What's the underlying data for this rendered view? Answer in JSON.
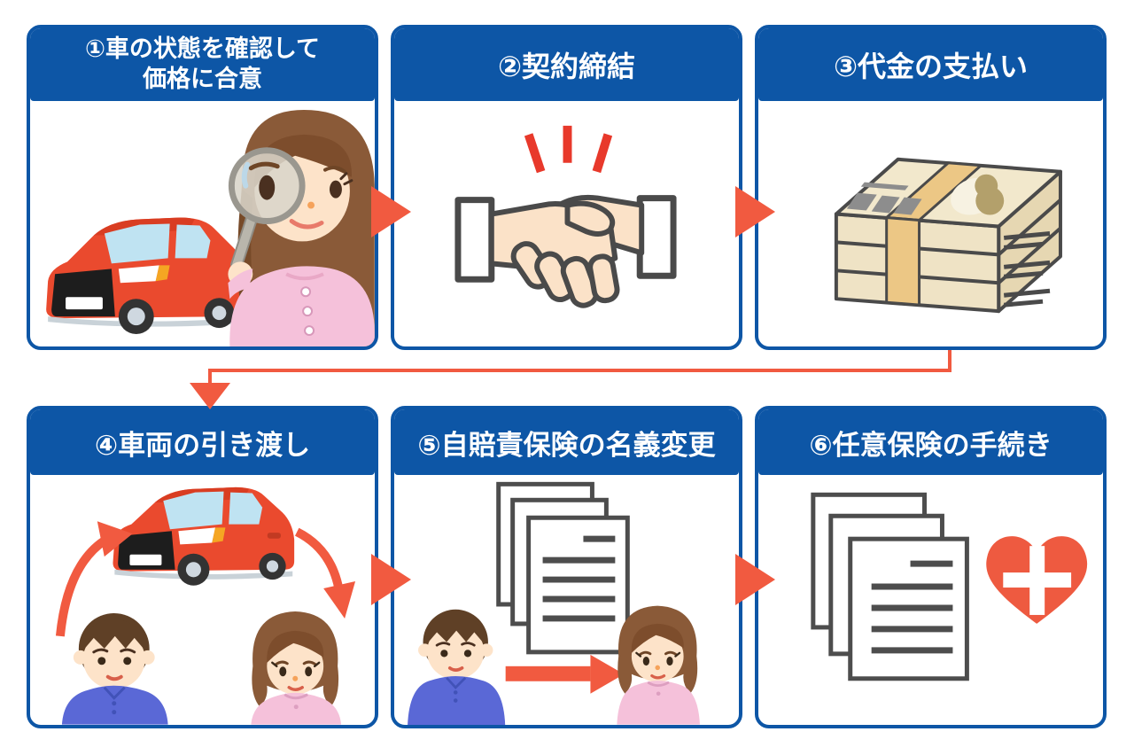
{
  "diagram": {
    "topic": "used-car-private-sale-flow",
    "steps": [
      {
        "id": 1,
        "title": "①車の状態を確認して価格に合意",
        "title_line1": "①車の状態を確認して",
        "title_line2": "価格に合意",
        "illustration": "woman-inspecting-red-car-with-magnifier"
      },
      {
        "id": 2,
        "title": "②契約締結",
        "illustration": "handshake-agreement"
      },
      {
        "id": 3,
        "title": "③代金の支払い",
        "illustration": "bundled-yen-banknotes"
      },
      {
        "id": 4,
        "title": "④車両の引き渡し",
        "illustration": "car-handover-man-to-woman"
      },
      {
        "id": 5,
        "title": "⑤自賠責保険の名義変更",
        "illustration": "documents-transfer-man-to-woman"
      },
      {
        "id": 6,
        "title": "⑥任意保険の手続き",
        "illustration": "insurance-documents-with-heart-plus"
      }
    ],
    "connectors": [
      {
        "name": "step1-to-step2-arrow",
        "type": "right-triangle"
      },
      {
        "name": "step2-to-step3-arrow",
        "type": "right-triangle"
      },
      {
        "name": "step3-to-step4-elbow-arrow",
        "type": "elbow-down"
      },
      {
        "name": "step4-to-step5-arrow",
        "type": "right-triangle"
      },
      {
        "name": "step5-to-step6-arrow",
        "type": "right-triangle"
      }
    ]
  },
  "colors": {
    "panel_blue": "#0d56a6",
    "arrow_red": "#f15a40",
    "spark_red": "#e8392b",
    "car_red": "#ea4a2e",
    "skin": "#fde3c9",
    "shirt_blue": "#5a68d6",
    "shirt_pink": "#f5c1da",
    "hair_brown": "#8a5a38",
    "hair_dark": "#5f4026",
    "money_beige": "#efe3c5",
    "money_band": "#ecc785",
    "outline_gray": "#4a4a4a",
    "heart_red": "#ee5a40"
  }
}
